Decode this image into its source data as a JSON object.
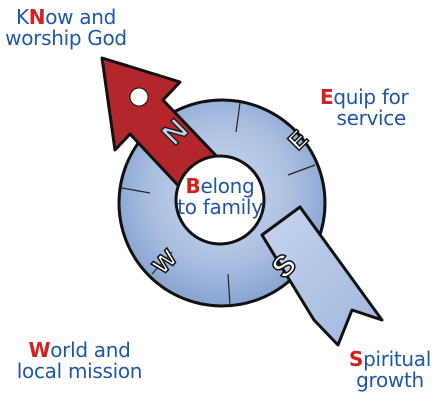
{
  "labels": {
    "know": {
      "lead": "N",
      "line1_pre": "K",
      "line1_post": "ow and",
      "line2": "worship God"
    },
    "equip": {
      "lead": "E",
      "line1_post": "quip for",
      "line2": "service"
    },
    "belong": {
      "lead": "B",
      "line1_post": "elong",
      "line2": "to family"
    },
    "world": {
      "lead": "W",
      "line1_post": "orld and",
      "line2": "local mission"
    },
    "spiritual": {
      "lead": "S",
      "line1_post": "piritual",
      "line2": "growth"
    }
  },
  "compass_letters": {
    "north": "N",
    "east": "E",
    "south": "S",
    "west": "W"
  },
  "colors": {
    "text_blue": "#1f57a6",
    "accent_red": "#d4201f",
    "needle_red": "#b3262b",
    "ring_blue": "#a8bde0",
    "ring_shadow": "#6f8fbf",
    "outline": "#111111"
  }
}
